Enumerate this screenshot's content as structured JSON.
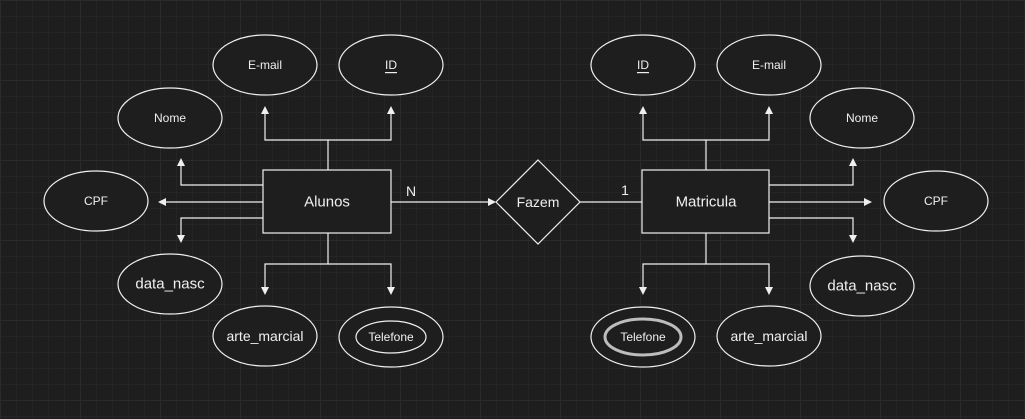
{
  "diagram": {
    "entities": {
      "alunos": "Alunos",
      "matricula": "Matricula"
    },
    "relationship": "Fazem",
    "cardinality": {
      "left": "N",
      "right": "1"
    },
    "alunos_attributes": {
      "email": "E-mail",
      "id": "ID",
      "nome": "Nome",
      "cpf": "CPF",
      "data_nasc": "data_nasc",
      "arte_marcial": "arte_marcial",
      "telefone": "Telefone"
    },
    "matricula_attributes": {
      "id": "ID",
      "email": "E-mail",
      "nome": "Nome",
      "cpf": "CPF",
      "data_nasc": "data_nasc",
      "arte_marcial": "arte_marcial",
      "telefone": "Telefone"
    },
    "colors": {
      "background": "#1e1e1e",
      "stroke": "#f0f0f0",
      "text": "#f0f0f0"
    }
  }
}
